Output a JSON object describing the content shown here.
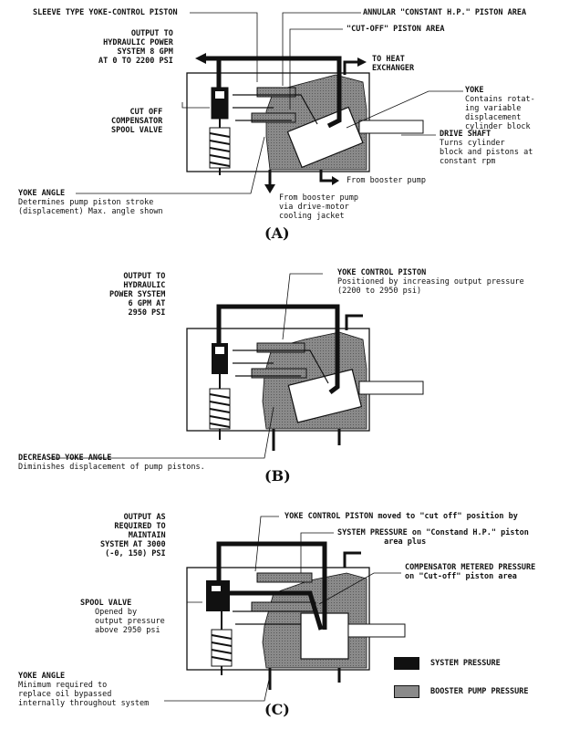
{
  "colors": {
    "system_pressure": "#111111",
    "booster_pressure": "#8a8a8a",
    "outline": "#111111",
    "background": "#ffffff"
  },
  "panel_a": {
    "letter": "(A)",
    "sleeve_piston": "SLEEVE TYPE YOKE-CONTROL PISTON",
    "annular_area": "ANNULAR \"CONSTANT H.P.\" PISTON AREA",
    "cutoff_area": "\"CUT-OFF\" PISTON AREA",
    "output": "OUTPUT TO\nHYDRAULIC POWER\nSYSTEM 8 GPM\nAT 0 TO 2200 PSI",
    "heat_exchanger": "TO HEAT\nEXCHANGER",
    "yoke_title": "YOKE",
    "yoke_desc": "Contains rotat-\ning variable\ndisplacement\ncylinder block",
    "cutoff_valve": "CUT OFF\nCOMPENSATOR\nSPOOL VALVE",
    "drive_shaft_title": "DRIVE SHAFT",
    "drive_shaft_desc": "Turns cylinder\nblock and pistons at\nconstant rpm",
    "from_booster": "From booster pump",
    "yoke_angle_title": "YOKE ANGLE",
    "yoke_angle_desc": "Determines pump piston stroke\n(displacement) Max. angle shown",
    "from_booster_jacket": "From booster pump\nvia drive-motor\ncooling jacket"
  },
  "panel_b": {
    "letter": "(B)",
    "output": "OUTPUT TO\nHYDRAULIC\nPOWER SYSTEM\n6 GPM AT\n2950 PSI",
    "piston_title": "YOKE CONTROL PISTON",
    "piston_desc": "Positioned by increasing output pressure\n(2200 to 2950 psi)",
    "decreased_title": "DECREASED YOKE ANGLE",
    "decreased_desc": "Diminishes displacement of pump pistons."
  },
  "panel_c": {
    "letter": "(C)",
    "output": "OUTPUT AS\nREQUIRED TO\nMAINTAIN\nSYSTEM AT 3000\n(-0, 150) PSI",
    "piston_line": "YOKE CONTROL PISTON moved to \"cut off\" position by",
    "system_line": "SYSTEM PRESSURE on \"Constand H.P.\" piston\n          area plus",
    "compensator_line": "COMPENSATOR METERED PRESSURE\non \"Cut-off\" piston area",
    "spool_title": "SPOOL VALVE",
    "spool_desc": "Opened by\noutput pressure\nabove 2950 psi",
    "yoke_angle_title": "YOKE ANGLE",
    "yoke_angle_desc": "Minimum required to\nreplace oil bypassed\ninternally throughout system"
  },
  "legend": {
    "system": "SYSTEM PRESSURE",
    "booster": "BOOSTER PUMP PRESSURE"
  }
}
